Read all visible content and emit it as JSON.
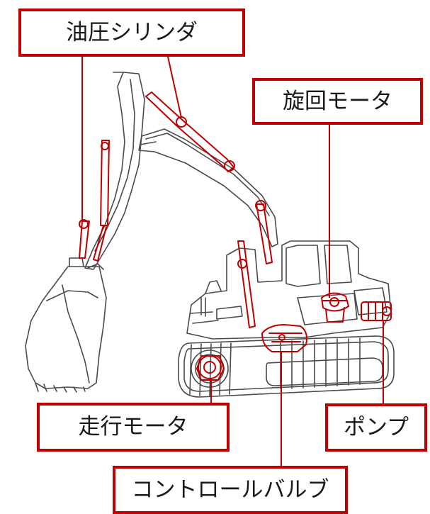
{
  "labels": {
    "hydraulic_cylinder": "油圧シリンダ",
    "swing_motor": "旋回モータ",
    "travel_motor": "走行モータ",
    "pump": "ポンプ",
    "control_valve": "コントロールバルブ"
  },
  "colors": {
    "highlight": "#c00000",
    "outline": "#4a4a4a",
    "background": "#ffffff"
  }
}
